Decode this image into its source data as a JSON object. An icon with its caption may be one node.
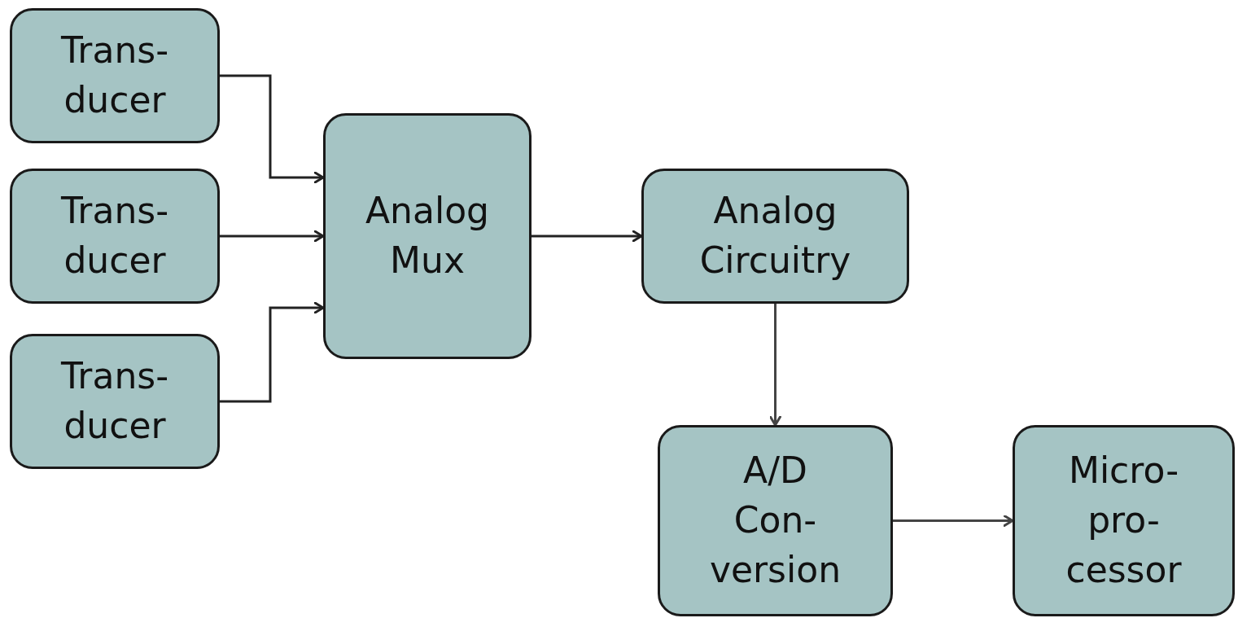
{
  "diagram": {
    "nodes": [
      {
        "text": [
          "Trans- ducer"
        ]
      },
      {
        "text": [
          "Trans- ducer"
        ]
      },
      {
        "text": [
          "Trans- ducer"
        ]
      },
      {
        "text": [
          "Analog Mux"
        ]
      },
      {
        "text": [
          "Analog Circuitry"
        ]
      },
      {
        "text": [
          "A/D Con- version"
        ]
      },
      {
        "text": [
          "Micro- pro- cessor"
        ]
      }
    ],
    "edges": [
      {
        "from": 0,
        "to": 3,
        "arrow": "to"
      },
      {
        "from": 1,
        "to": 3,
        "arrow": "to"
      },
      {
        "from": 2,
        "to": 3,
        "arrow": "to"
      },
      {
        "from": 3,
        "to": 4,
        "arrow": "to"
      },
      {
        "from": 4,
        "to": 5,
        "arrow": "to",
        "color": "#444444"
      },
      {
        "from": 5,
        "to": 6,
        "arrow": "to",
        "color": "#444444"
      }
    ]
  }
}
